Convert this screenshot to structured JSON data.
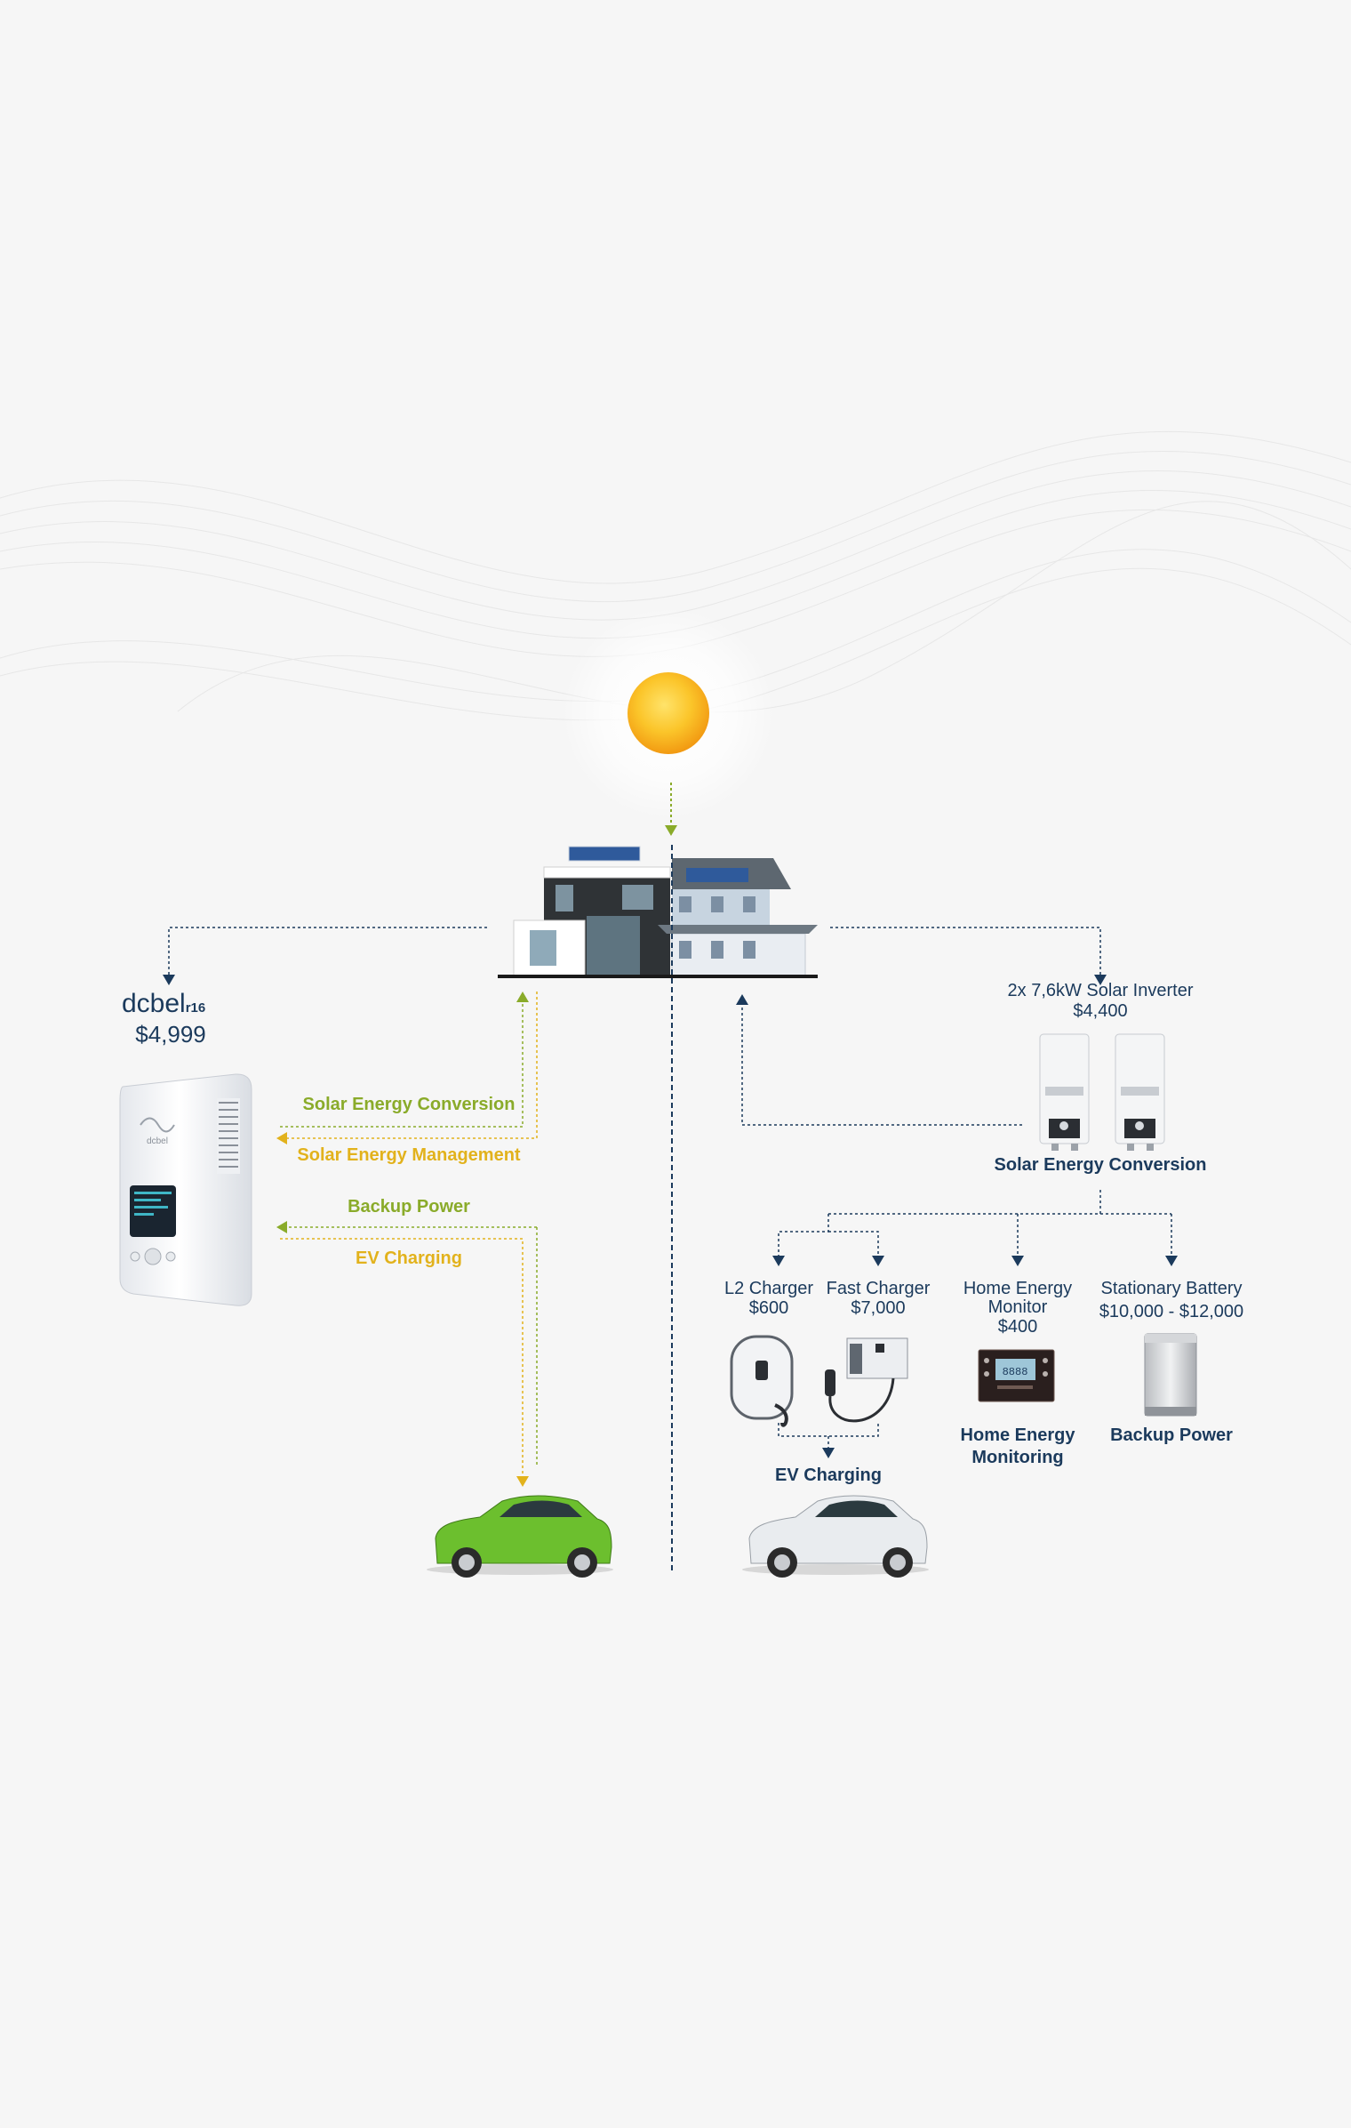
{
  "dcbel": {
    "brand": "dcbel",
    "model": "r16",
    "price": "$4,999",
    "device_label": "dcbel"
  },
  "left_flows": {
    "solar_conversion": "Solar Energy Conversion",
    "solar_management": "Solar Energy Management",
    "backup_power": "Backup Power",
    "ev_charging": "EV Charging"
  },
  "inverter": {
    "name": "2x 7,6kW Solar Inverter",
    "price": "$4,400",
    "caption": "Solar Energy Conversion"
  },
  "products": [
    {
      "name": "L2 Charger",
      "price": "$600"
    },
    {
      "name": "Fast Charger",
      "price": "$7,000"
    },
    {
      "name_line1": "Home Energy",
      "name_line2": "Monitor",
      "price": "$400",
      "caption_line1": "Home Energy",
      "caption_line2": "Monitoring"
    },
    {
      "name": "Stationary Battery",
      "price": "$10,000 - $12,000",
      "caption": "Backup Power"
    }
  ],
  "ev_caption": "EV Charging",
  "monitor_screen": "8888",
  "colors": {
    "navy": "#1b3a5c",
    "green": "#8aab2a",
    "yellow": "#e2b21c",
    "sun": "#f6b21a",
    "green_car": "#6cbf2e",
    "white_car": "#e9ecef"
  },
  "icons": [
    "sun-icon",
    "house-icon",
    "dcbel-device-icon",
    "solar-inverter-icon",
    "l2-charger-icon",
    "fast-charger-icon",
    "energy-monitor-icon",
    "battery-icon",
    "green-car-icon",
    "white-car-icon"
  ]
}
